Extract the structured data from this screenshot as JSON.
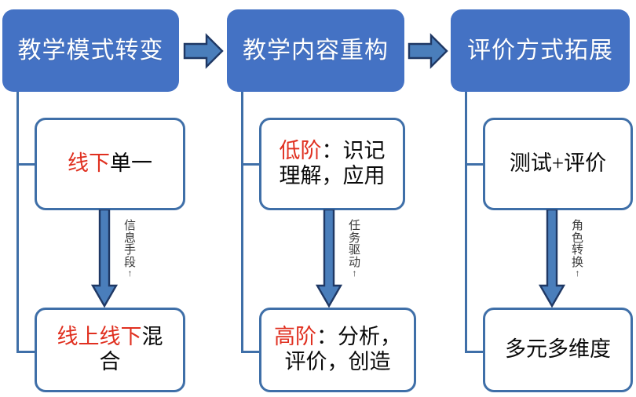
{
  "diagram": {
    "title_colors": {
      "header_fill": "#4472C4",
      "header_text": "#FFFFFF",
      "box_border": "#3F6FA8",
      "accent_red": "#E03020",
      "arrow_fill": "#4A7EBB",
      "arrow_stroke": "#1F3864"
    },
    "columns": [
      {
        "header": "教学模式转变",
        "upper_box": {
          "lines": [
            {
              "segments": [
                {
                  "text": "线下",
                  "color": "red"
                },
                {
                  "text": "单一",
                  "color": "black"
                }
              ]
            }
          ]
        },
        "arrow_label": {
          "chars": [
            "信",
            "息",
            "手",
            "段"
          ],
          "caret": "↑"
        },
        "lower_box": {
          "lines": [
            {
              "segments": [
                {
                  "text": "线上线下",
                  "color": "red"
                },
                {
                  "text": "混",
                  "color": "black"
                }
              ]
            },
            {
              "segments": [
                {
                  "text": "合",
                  "color": "black"
                }
              ]
            }
          ]
        }
      },
      {
        "header": "教学内容重构",
        "upper_box": {
          "lines": [
            {
              "segments": [
                {
                  "text": "低阶",
                  "color": "red"
                },
                {
                  "text": "：识记",
                  "color": "black"
                }
              ]
            },
            {
              "segments": [
                {
                  "text": "理解，应用",
                  "color": "black"
                }
              ]
            }
          ]
        },
        "arrow_label": {
          "chars": [
            "任",
            "务",
            "驱",
            "动"
          ],
          "caret": "↑"
        },
        "lower_box": {
          "lines": [
            {
              "segments": [
                {
                  "text": "高阶",
                  "color": "red"
                },
                {
                  "text": "：分析，",
                  "color": "black"
                }
              ]
            },
            {
              "segments": [
                {
                  "text": "评价，创造",
                  "color": "black"
                }
              ]
            }
          ]
        }
      },
      {
        "header": "评价方式拓展",
        "upper_box": {
          "lines": [
            {
              "segments": [
                {
                  "text": "测试+评价",
                  "color": "black"
                }
              ]
            }
          ]
        },
        "arrow_label": {
          "chars": [
            "角",
            "色",
            "转",
            "换"
          ],
          "caret": "↑"
        },
        "lower_box": {
          "lines": [
            {
              "segments": [
                {
                  "text": "多元多维度",
                  "color": "black"
                }
              ]
            }
          ]
        }
      }
    ],
    "connector_arrows": [
      {
        "name": "header-arrow-1"
      },
      {
        "name": "header-arrow-2"
      }
    ]
  }
}
